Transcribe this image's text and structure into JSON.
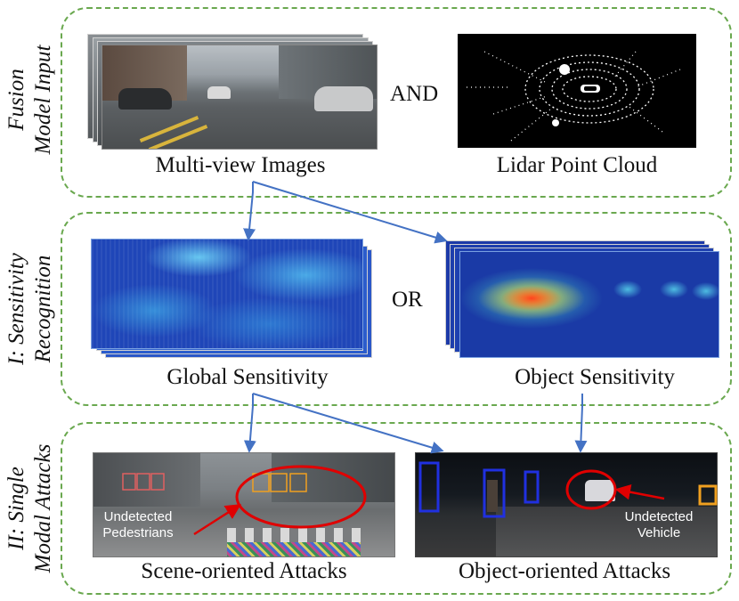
{
  "panels": [
    {
      "side_label": [
        "Fusion",
        "Model Input"
      ],
      "left_caption": "Multi-view Images",
      "connector": "AND",
      "right_caption": "Lidar Point Cloud"
    },
    {
      "side_label": [
        "I: Sensitivity",
        "Recognition"
      ],
      "left_caption": "Global Sensitivity",
      "connector": "OR",
      "right_caption": "Object Sensitivity"
    },
    {
      "side_label": [
        "II: Single",
        "Modal  Attacks"
      ],
      "left_caption": "Scene-oriented Attacks",
      "left_annotation": [
        "Undetected",
        "Pedestrians"
      ],
      "right_caption": "Object-oriented Attacks",
      "right_annotation": [
        "Undetected",
        "Vehicle"
      ]
    }
  ],
  "colors": {
    "panel_border": "#6aa84f",
    "arrow": "#4472c4",
    "highlight": "#e00000",
    "heatmap_base": "#1f3ca8"
  }
}
